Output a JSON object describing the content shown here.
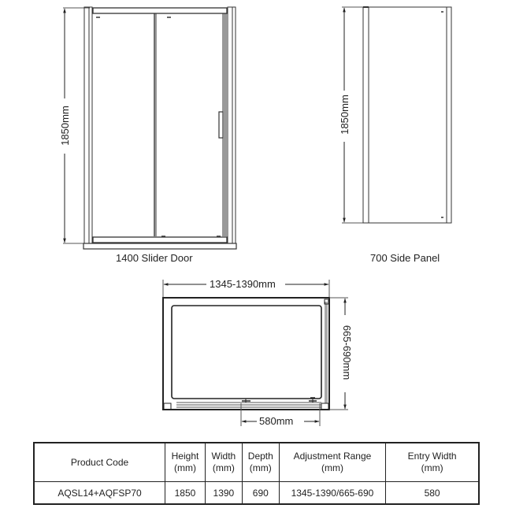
{
  "views": {
    "front_door": {
      "caption": "1400 Slider Door",
      "height_dim": "1850mm"
    },
    "side_panel": {
      "caption": "700 Side Panel",
      "height_dim": "1850mm"
    },
    "plan": {
      "width_dim": "1345-1390mm",
      "depth_dim": "665-690mm",
      "entry_dim": "580mm"
    }
  },
  "spec_table": {
    "headers": [
      {
        "line1": "Product Code",
        "line2": ""
      },
      {
        "line1": "Height",
        "line2": "(mm)"
      },
      {
        "line1": "Width",
        "line2": "(mm)"
      },
      {
        "line1": "Depth",
        "line2": "(mm)"
      },
      {
        "line1": "Adjustment Range",
        "line2": "(mm)"
      },
      {
        "line1": "Entry Width",
        "line2": "(mm)"
      }
    ],
    "rows": [
      [
        "AQSL14+AQFSP70",
        "1850",
        "1390",
        "690",
        "1345-1390/665-690",
        "580"
      ]
    ]
  },
  "colors": {
    "line": "#222222",
    "line_light": "#555555",
    "background": "#ffffff"
  }
}
